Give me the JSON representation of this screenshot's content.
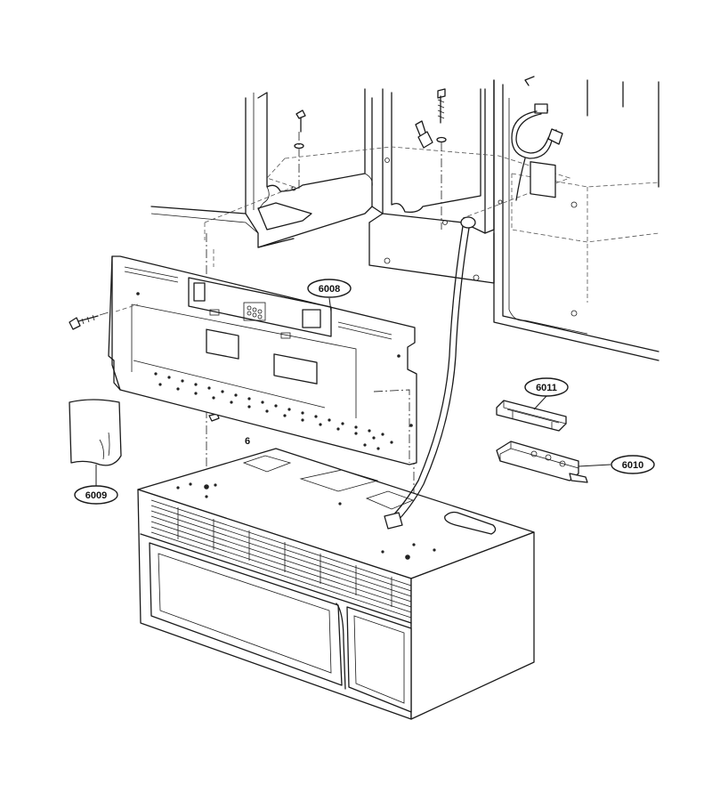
{
  "callouts": {
    "c6008": "6008",
    "c6009": "6009",
    "c6010": "6010",
    "c6011": "6011",
    "c6": "6"
  }
}
